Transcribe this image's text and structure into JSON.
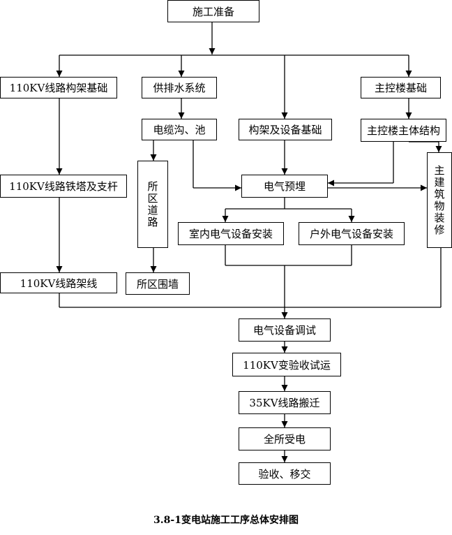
{
  "flowchart": {
    "nodes": {
      "start": "施工准备",
      "tower_foundation": "110KV线路构架基础",
      "water_system": "供排水系统",
      "control_building_foundation": "主控楼基础",
      "cable_trench": "电缆沟、池",
      "frame_equipment_foundation": "构架及设备基础",
      "control_building_structure": "主控楼主体结构",
      "tower_erection": "110KV线路铁塔及支杆",
      "site_road": "所区道路",
      "electrical_embedding": "电气预埋",
      "building_decoration": "主建筑物装修",
      "indoor_install": "室内电气设备安装",
      "outdoor_install": "户外电气设备安装",
      "line_stringing": "110KV线路架线",
      "site_wall": "所区围墙",
      "equipment_commissioning": "电气设备调试",
      "trial_operation": "110KV变验收试运",
      "line_relocation": "35KV线路搬迁",
      "energize": "全所受电",
      "handover": "验收、移交"
    }
  },
  "caption": "3.8-1变电站施工工序总体安排图"
}
